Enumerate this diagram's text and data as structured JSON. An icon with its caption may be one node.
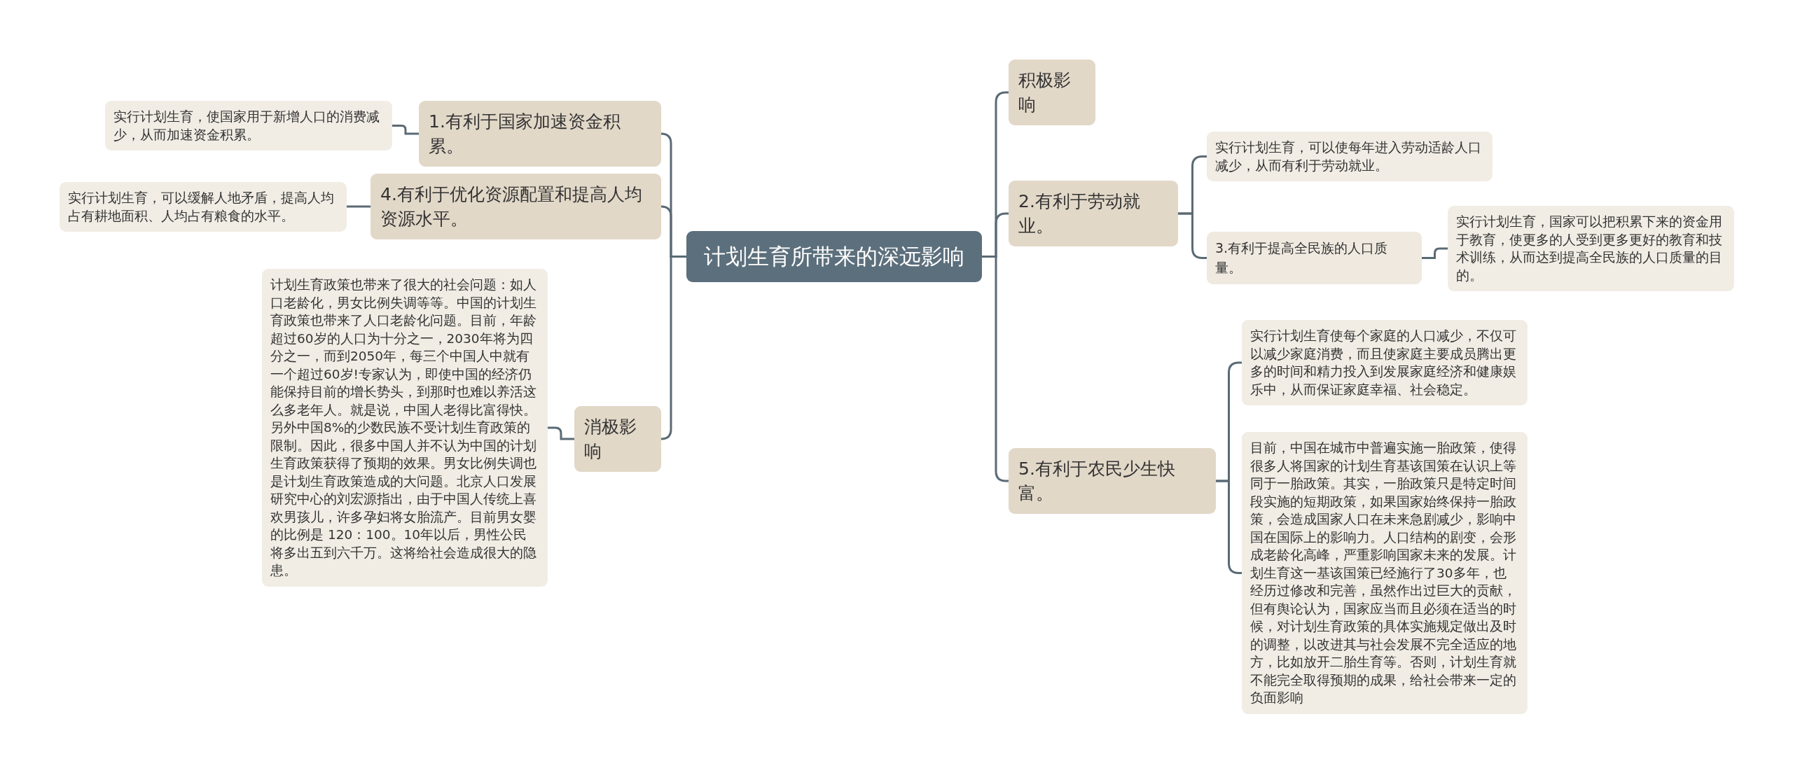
{
  "diagram": {
    "nodes": [
      {
        "text": [
          "计划生育所带来的深远影响"
        ]
      },
      {
        "text": [
          "1.有利于国家加速资金积累。"
        ]
      },
      {
        "text": [
          "实行计划生育，使国家用于新增人口的消费减少，从而加速资金积累。"
        ]
      },
      {
        "text": [
          "4.有利于优化资源配置和提高人均资源水平。"
        ]
      },
      {
        "text": [
          "实行计划生育，可以缓解人地矛盾，提高人均占有耕地面积、人均占有粮食的水平。"
        ]
      },
      {
        "text": [
          "消极影响"
        ]
      },
      {
        "text": [
          "计划生育政策也带来了很大的社会问题：如人口老龄化，男女比例失调等等。中国的计划生育政策也带来了人口老龄化问题。目前，年龄超过60岁的人口为十分之一，2030年将为四分之一，而到2050年，每三个中国人中就有一个超过60岁!专家认为，即使中国的经济仍能保持目前的增长势头，到那时也难以养活这么多老年人。就是说，中国人老得比富得快。另外中国8%的少数民族不受计划生育政策的限制。因此，很多中国人并不认为中国的计划生育政策获得了预期的效果。男女比例失调也是计划生育政策造成的大问题。北京人口发展研究中心的刘宏源指出，由于中国人传统上喜欢男孩儿，许多孕妇将女胎流产。目前男女婴的比例是 120：100。10年以后，男性公民将多出五到六千万。这将给社会造成很大的隐患。"
        ]
      },
      {
        "text": [
          "积极影响"
        ]
      },
      {
        "text": [
          "2.有利于劳动就业。"
        ]
      },
      {
        "text": [
          "实行计划生育，可以使每年进入劳动适龄人口减少，从而有利于劳动就业。"
        ]
      },
      {
        "text": [
          "3.有利于提高全民族的人口质量。"
        ]
      },
      {
        "text": [
          "实行计划生育，国家可以把积累下来的资金用于教育，使更多的人受到更多更好的教育和技术训练，从而达到提高全民族的人口质量的目的。"
        ]
      },
      {
        "text": [
          "5.有利于农民少生快富。"
        ]
      },
      {
        "text": [
          "实行计划生育使每个家庭的人口减少，不仅可以减少家庭消费，而且使家庭主要成员腾出更多的时间和精力投入到发展家庭经济和健康娱乐中，从而保证家庭幸福、社会稳定。"
        ]
      },
      {
        "text": [
          "目前，中国在城市中普遍实施一胎政策，使得很多人将国家的计划生育基该国策在认识上等同于一胎政策。其实，一胎政策只是特定时间段实施的短期政策，如果国家始终保持一胎政策，会造成国家人口在未来急剧减少，影响中国在国际上的影响力。人口结构的剧变，会形成老龄化高峰，严重影响国家未来的发展。计划生育这一基该国策已经施行了30多年，也经历过修改和完善，虽然作出过巨大的贡献，但有舆论认为，国家应当而且必须在适当的时候，对计划生育政策的具体实施规定做出及时的调整，以改进其与社会发展不完全适应的地方，比如放开二胎生育等。否则，计划生育就不能完全取得预期的成果，给社会带来一定的负面影响"
        ]
      }
    ],
    "edges": [
      {
        "from": 0,
        "to": 1,
        "arrow": "none"
      },
      {
        "from": 0,
        "to": 3,
        "arrow": "none"
      },
      {
        "from": 0,
        "to": 5,
        "arrow": "none"
      },
      {
        "from": 0,
        "to": 7,
        "arrow": "none"
      },
      {
        "from": 0,
        "to": 8,
        "arrow": "none"
      },
      {
        "from": 0,
        "to": 12,
        "arrow": "none"
      },
      {
        "from": 1,
        "to": 2,
        "arrow": "none"
      },
      {
        "from": 3,
        "to": 4,
        "arrow": "none"
      },
      {
        "from": 5,
        "to": 6,
        "arrow": "none"
      },
      {
        "from": 8,
        "to": 9,
        "arrow": "none"
      },
      {
        "from": 8,
        "to": 10,
        "arrow": "none"
      },
      {
        "from": 10,
        "to": 11,
        "arrow": "none"
      },
      {
        "from": 12,
        "to": 13,
        "arrow": "none"
      },
      {
        "from": 12,
        "to": 14,
        "arrow": "none"
      }
    ]
  }
}
